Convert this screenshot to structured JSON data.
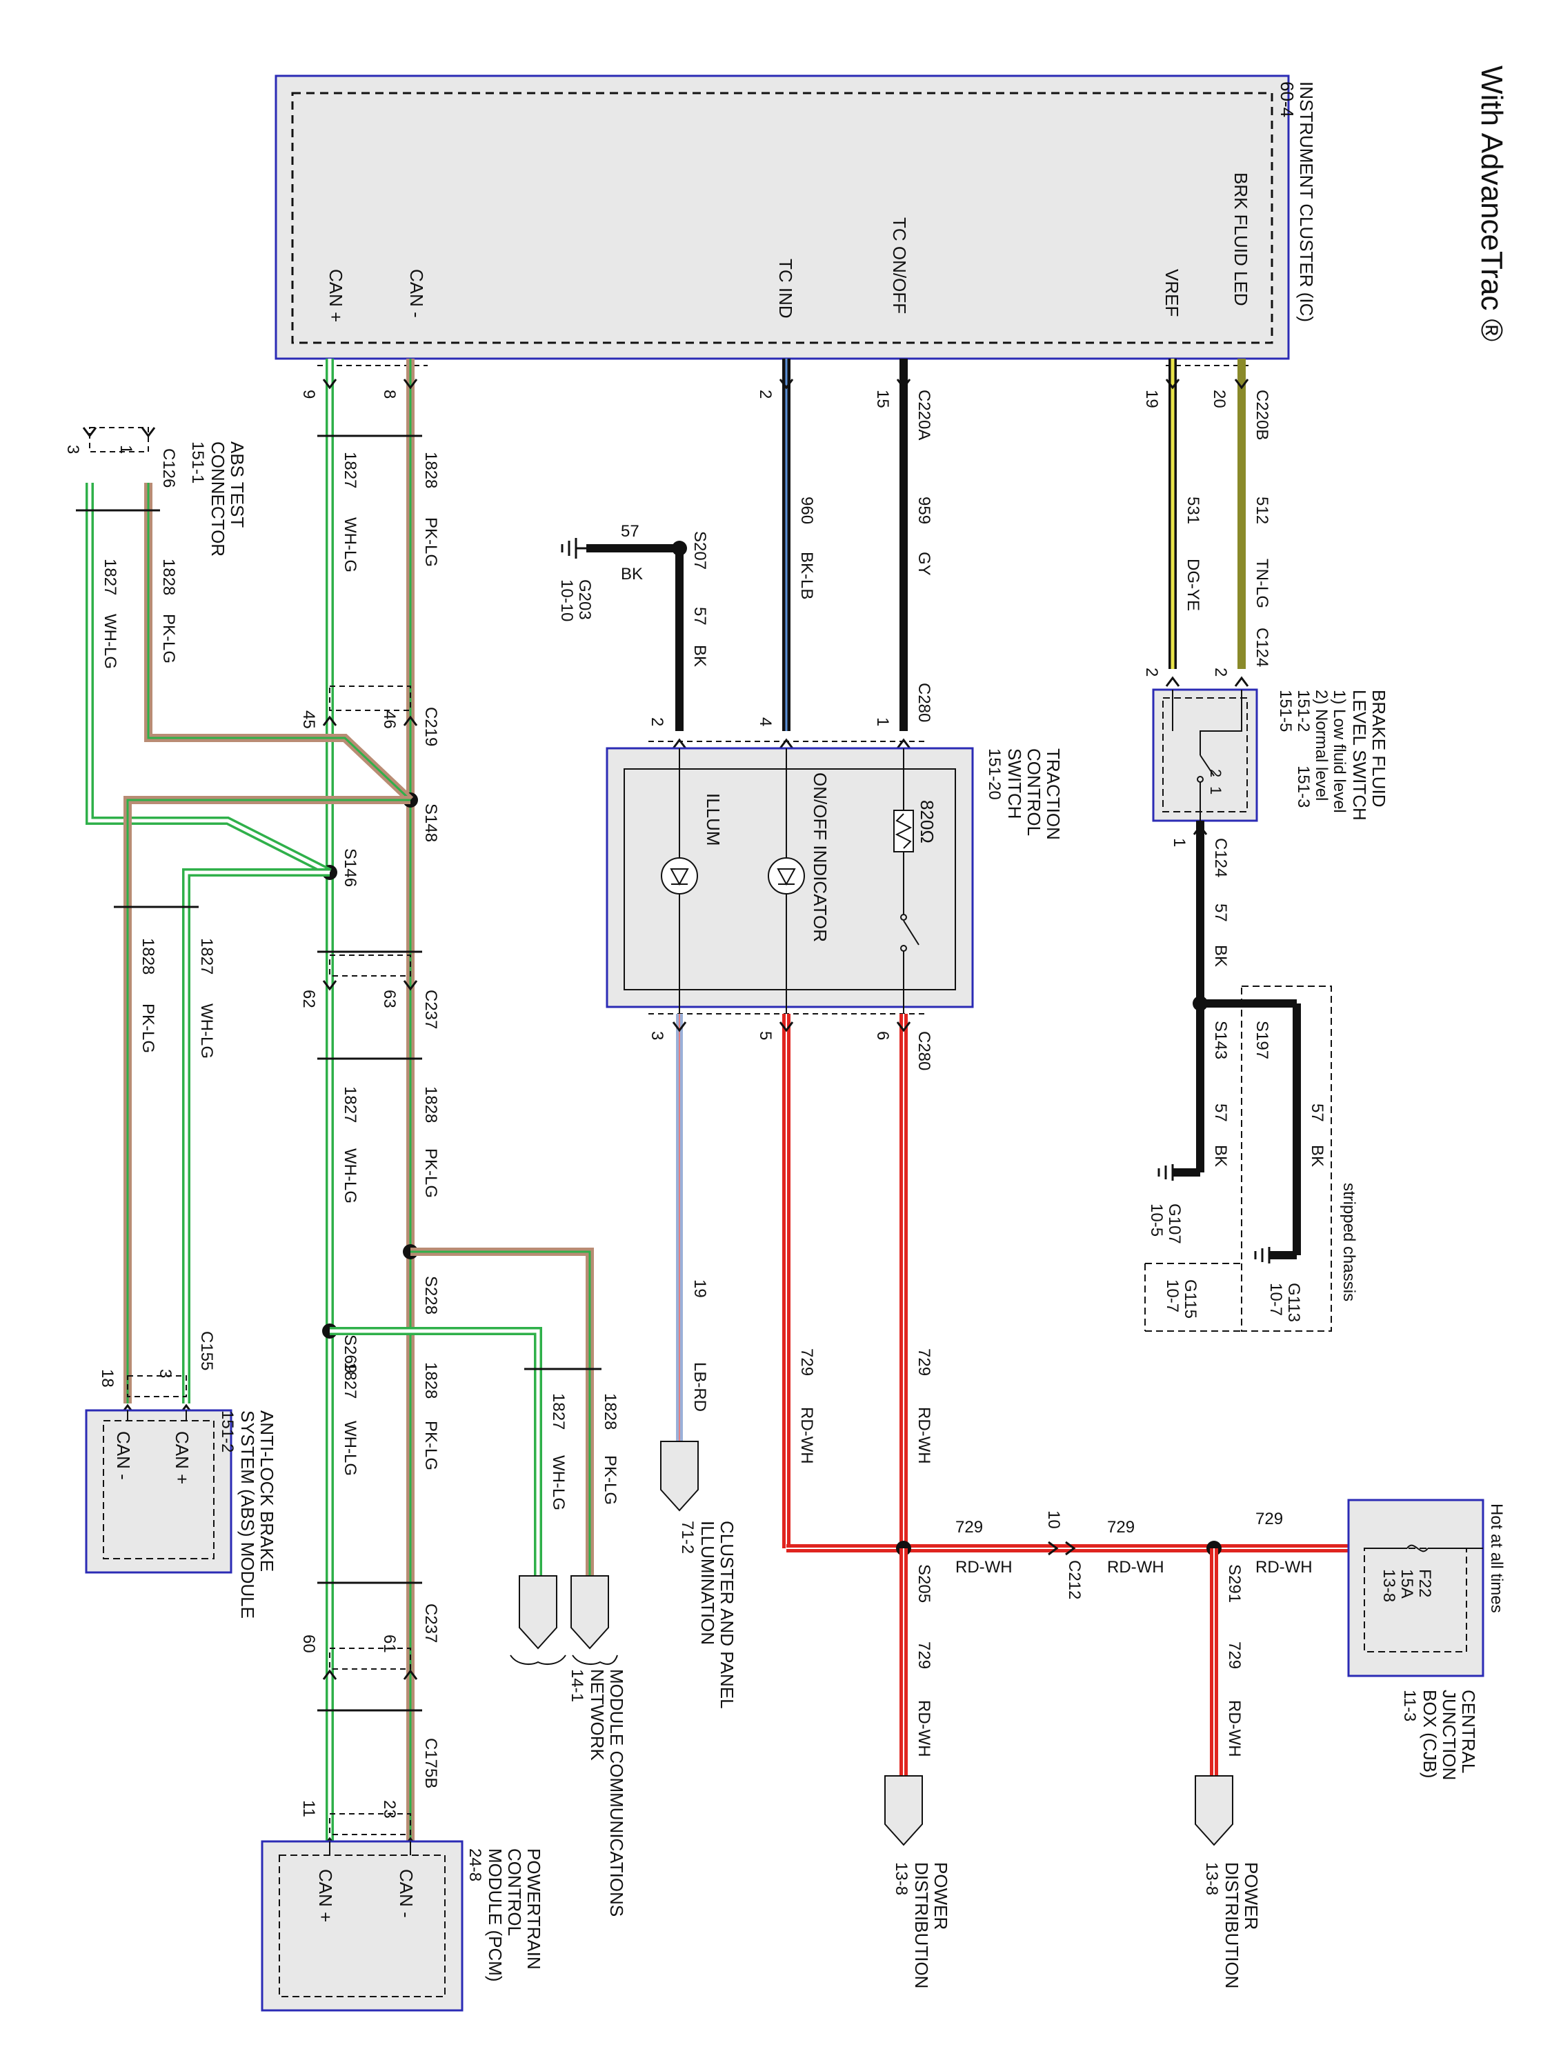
{
  "title": "With AdvanceTrac ®",
  "instrument_cluster": {
    "name": "INSTRUMENT CLUSTER (IC)",
    "ref": "60-4",
    "pins": {
      "brk_fluid_led": "BRK FLUID LED",
      "vref": "VREF",
      "tc_on_off": "TC ON/OFF",
      "tc_ind": "TC IND",
      "can_minus": "CAN -",
      "can_plus": "CAN +"
    }
  },
  "connectors": {
    "c220b": "C220B",
    "c220a": "C220A",
    "c124": "C124",
    "c280": "C280",
    "c219": "C219",
    "c237": "C237",
    "c126": "C126",
    "c155": "C155",
    "c175b": "C175B",
    "c212": "C212"
  },
  "splices": {
    "s207": "S207",
    "s148": "S148",
    "s146": "S146",
    "s143": "S143",
    "s197": "S197",
    "s228": "S228",
    "s269": "S269",
    "s205": "S205",
    "s291": "S291"
  },
  "grounds": {
    "g203": "G203",
    "g203_ref": "10-10",
    "g107": "G107",
    "g107_ref": "10-5",
    "g113": "G113",
    "g113_ref": "10-7",
    "g115": "G115",
    "g115_ref": "10-7"
  },
  "pin_numbers": [
    "20",
    "19",
    "15",
    "2",
    "8",
    "9",
    "3",
    "2",
    "1",
    "4",
    "2",
    "6",
    "5",
    "3",
    "1",
    "2",
    "1",
    "45",
    "46",
    "62",
    "63",
    "60",
    "61",
    "23",
    "11",
    "18",
    "3",
    "2",
    "3",
    "1",
    "19",
    "10"
  ],
  "wires": {
    "w512": "512",
    "tn_lg": "TN-LG",
    "w531": "531",
    "dg_ye": "DG-YE",
    "w959": "959",
    "gy": "GY",
    "w960": "960",
    "bk_lb": "BK-LB",
    "w57": "57",
    "bk": "BK",
    "w1828": "1828",
    "pk_lg": "PK-LG",
    "w1827": "1827",
    "wh_lg": "WH-LG",
    "w729": "729",
    "rd_wh": "RD-WH",
    "w19": "19",
    "lb_rd": "LB-RD"
  },
  "brake_fluid_switch": {
    "name_1": "BRAKE FLUID",
    "name_2": "LEVEL SWITCH",
    "note_1": "1) Low fluid level",
    "note_2": "2) Normal level",
    "ref_1": "151-2",
    "ref_2": "151-5",
    "ref_3": "151-3"
  },
  "traction_switch": {
    "name_1": "TRACTION",
    "name_2": "CONTROL",
    "name_3": "SWITCH",
    "ref": "151-20",
    "resistor": "820Ω",
    "indicator": "ON/OFF INDICATOR",
    "illum": "ILLUM"
  },
  "abs_test": {
    "name_1": "ABS TEST",
    "name_2": "CONNECTOR",
    "ref": "151-1"
  },
  "abs_module": {
    "name_1": "ANTI-LOCK BRAKE",
    "name_2": "SYSTEM (ABS) MODULE",
    "ref": "151-2",
    "can_plus": "CAN +",
    "can_minus": "CAN -"
  },
  "pcm": {
    "name_1": "POWERTRAIN",
    "name_2": "CONTROL",
    "name_3": "MODULE (PCM)",
    "ref": "24-8",
    "can_minus": "CAN -",
    "can_plus": "CAN +"
  },
  "cjb": {
    "hot": "Hot at all times",
    "fuse": "F22",
    "amps": "15A",
    "ref_in": "13-8",
    "name_1": "CENTRAL",
    "name_2": "JUNCTION",
    "name_3": "BOX (CJB)",
    "ref": "11-3"
  },
  "destinations": {
    "cluster_illum_1": "CLUSTER AND PANEL",
    "cluster_illum_2": "ILLUMINATION",
    "cluster_illum_ref": "71-2",
    "mcn_1": "MODULE COMMUNICATIONS",
    "mcn_2": "NETWORK",
    "mcn_ref": "14-1",
    "power_1": "POWER",
    "power_2": "DISTRIBUTION",
    "power_ref": "13-8"
  },
  "stripped_chassis": "stripped chassis",
  "colors": {
    "red": "#e0241f",
    "black": "#111111",
    "brown": "#b98c74",
    "green": "#2fb04a",
    "olive": "#8a8a2a",
    "yellow": "#e8e34a",
    "blue": "#2b2bb5",
    "box_fill": "#e8e8e8"
  }
}
